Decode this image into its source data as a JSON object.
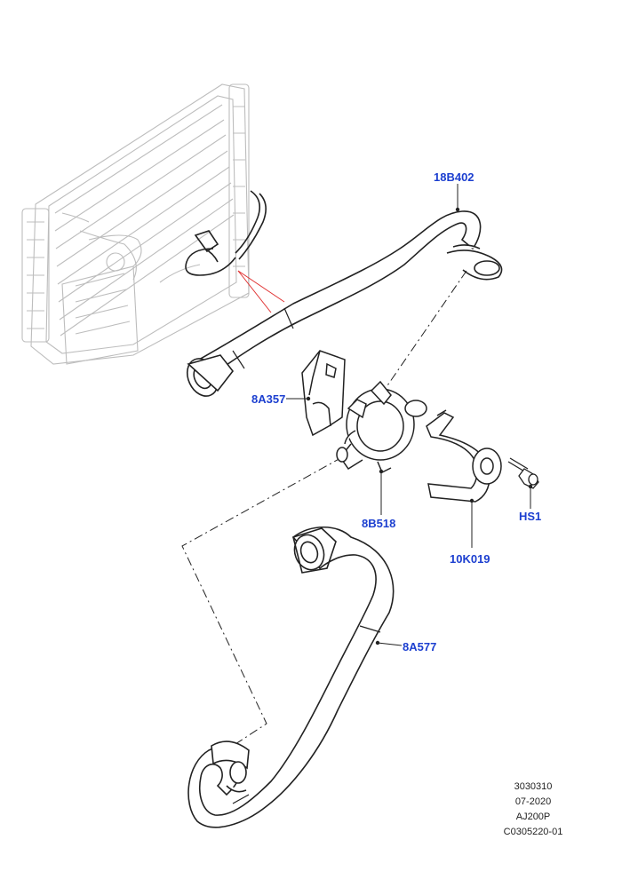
{
  "part_labels": {
    "hose_upper": "18B402",
    "bracket_clip": "8A357",
    "coolant_pump": "8B518",
    "pump_bracket": "10K019",
    "bolt": "HS1",
    "hose_lower": "8A577"
  },
  "document_info": {
    "line1": "3030310",
    "line2": "07-2020",
    "line3": "AJ200P",
    "line4": "C0305220-01"
  },
  "colors": {
    "label": "#1c3fd0",
    "line_art": "#222222",
    "radiator_ghost": "#b8b8b8",
    "callout_lines": "#e03030"
  }
}
